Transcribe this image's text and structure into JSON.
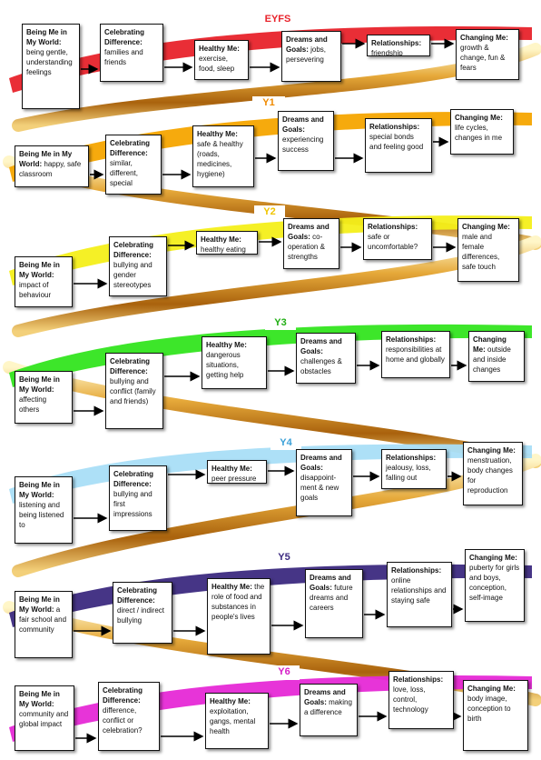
{
  "rows": [
    {
      "year": "EYFS",
      "ribbon_color": "#e8232b",
      "label_bg": "#ffffff",
      "label_color": "#e8232b",
      "boxes": [
        {
          "title": "Being Me in My World:",
          "text": "being gentle, understanding feelings"
        },
        {
          "title": "Celebrating Difference:",
          "text": "families and friends"
        },
        {
          "title": "Healthy Me:",
          "text": "exercise, food, sleep"
        },
        {
          "title": "Dreams and Goals:",
          "text": "jobs, persevering"
        },
        {
          "title": "Relationships:",
          "text": "friendship"
        },
        {
          "title": "Changing Me:",
          "text": "growth & change, fun & fears"
        }
      ]
    },
    {
      "year": "Y1",
      "ribbon_color": "#f6a500",
      "label_bg": "#ffffff",
      "label_color": "#f08a00",
      "boxes": [
        {
          "title": "Being Me in My World:",
          "text": "happy, safe classroom"
        },
        {
          "title": "Celebrating Difference:",
          "text": "similar, different, special"
        },
        {
          "title": "Healthy Me:",
          "text": "safe & healthy (roads, medicines, hygiene)"
        },
        {
          "title": "Dreams and Goals:",
          "text": "experiencing success"
        },
        {
          "title": "Relationships:",
          "text": "special bonds and feeling good"
        },
        {
          "title": "Changing Me:",
          "text": "life cycles, changes in me"
        }
      ]
    },
    {
      "year": "Y2",
      "ribbon_color": "#f4ef1a",
      "label_bg": "#ffffff",
      "label_color": "#f0c400",
      "boxes": [
        {
          "title": "Being Me in My World:",
          "text": "impact of behaviour"
        },
        {
          "title": "Celebrating Difference:",
          "text": "bullying and gender stereotypes"
        },
        {
          "title": "Healthy Me:",
          "text": "healthy eating"
        },
        {
          "title": "Dreams and Goals:",
          "text": "co-operation & strengths"
        },
        {
          "title": "Relationships:",
          "text": "safe or uncomfortable?"
        },
        {
          "title": "Changing Me:",
          "text": "male and female differences, safe touch"
        }
      ]
    },
    {
      "year": "Y3",
      "ribbon_color": "#33e51f",
      "label_bg": "#ffffff",
      "label_color": "#1fae12",
      "boxes": [
        {
          "title": "Being Me in My World:",
          "text": "affecting others"
        },
        {
          "title": "Celebrating Difference:",
          "text": "bullying and conflict (family and friends)"
        },
        {
          "title": "Healthy Me:",
          "text": "dangerous situations, getting help"
        },
        {
          "title": "Dreams and Goals:",
          "text": "challenges & obstacles"
        },
        {
          "title": "Relationships:",
          "text": "responsibilities at home and globally"
        },
        {
          "title": "Changing Me:",
          "text": "outside and inside changes"
        }
      ]
    },
    {
      "year": "Y4",
      "ribbon_color": "#a9def7",
      "label_bg": "#ffffff",
      "label_color": "#3aa0d8",
      "boxes": [
        {
          "title": "Being Me in My World:",
          "text": "listening and being listened to"
        },
        {
          "title": "Celebrating Difference:",
          "text": "bullying and first impressions"
        },
        {
          "title": "Healthy Me:",
          "text": "peer pressure"
        },
        {
          "title": "Dreams and Goals:",
          "text": "disappoint-ment & new goals"
        },
        {
          "title": "Relationships:",
          "text": "jealousy, loss, falling out"
        },
        {
          "title": "Changing Me:",
          "text": "menstruation, body changes for reproduction"
        }
      ]
    },
    {
      "year": "Y5",
      "ribbon_color": "#3c2a80",
      "label_bg": "#ffffff",
      "label_color": "#3c2a80",
      "boxes": [
        {
          "title": "Being Me in My World:",
          "text": "a fair school and community"
        },
        {
          "title": "Celebrating Difference:",
          "text": "direct / indirect bullying"
        },
        {
          "title": "Healthy Me:",
          "text": "the role of food and substances in people's lives"
        },
        {
          "title": "Dreams and Goals:",
          "text": "future dreams and careers"
        },
        {
          "title": "Relationships:",
          "text": "online relationships and staying safe"
        },
        {
          "title": "Changing Me:",
          "text": "puberty for girls and boys, conception, self-image"
        }
      ]
    },
    {
      "year": "Y6",
      "ribbon_color": "#e629d6",
      "label_bg": "#ffffff",
      "label_color": "#d61fc7",
      "boxes": [
        {
          "title": "Being Me in My World:",
          "text": "community and global impact"
        },
        {
          "title": "Celebrating Difference:",
          "text": "difference, conflict or celebration?"
        },
        {
          "title": "Healthy Me:",
          "text": "exploitation, gangs, mental health"
        },
        {
          "title": "Dreams and Goals:",
          "text": "making a difference"
        },
        {
          "title": "Relationships:",
          "text": "love, loss, control, technology"
        },
        {
          "title": "Changing Me:",
          "text": "body image, conception to birth"
        }
      ]
    }
  ]
}
